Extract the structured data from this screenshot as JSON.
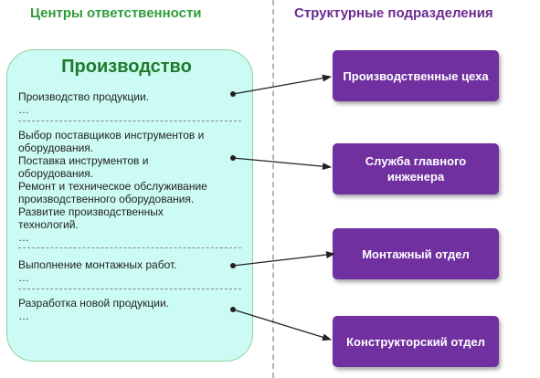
{
  "headers": {
    "left": "Центры ответственности",
    "right": "Структурные подразделения"
  },
  "responsibility_center": {
    "title": "Производство",
    "groups": [
      [
        "Производство продукции.",
        "…"
      ],
      [
        "Выбор поставщиков инструментов и",
        "оборудования.",
        "Поставка инструментов и",
        "оборудования.",
        "Ремонт и техническое обслуживание",
        "производственного оборудования.",
        "Развитие производственных",
        "технологий.",
        "…"
      ],
      [
        "Выполнение монтажных работ.",
        "…"
      ],
      [
        "Разработка новой продукции.",
        "…"
      ]
    ]
  },
  "departments": [
    "Производственные цеха",
    "Служба главного инженера",
    "Монтажный отдел",
    "Конструкторский отдел"
  ],
  "colors": {
    "left_header": "#2e9d3a",
    "right_header": "#6b2a8f",
    "box_fill": "#ccfbf4",
    "department_fill": "#7030a0"
  }
}
